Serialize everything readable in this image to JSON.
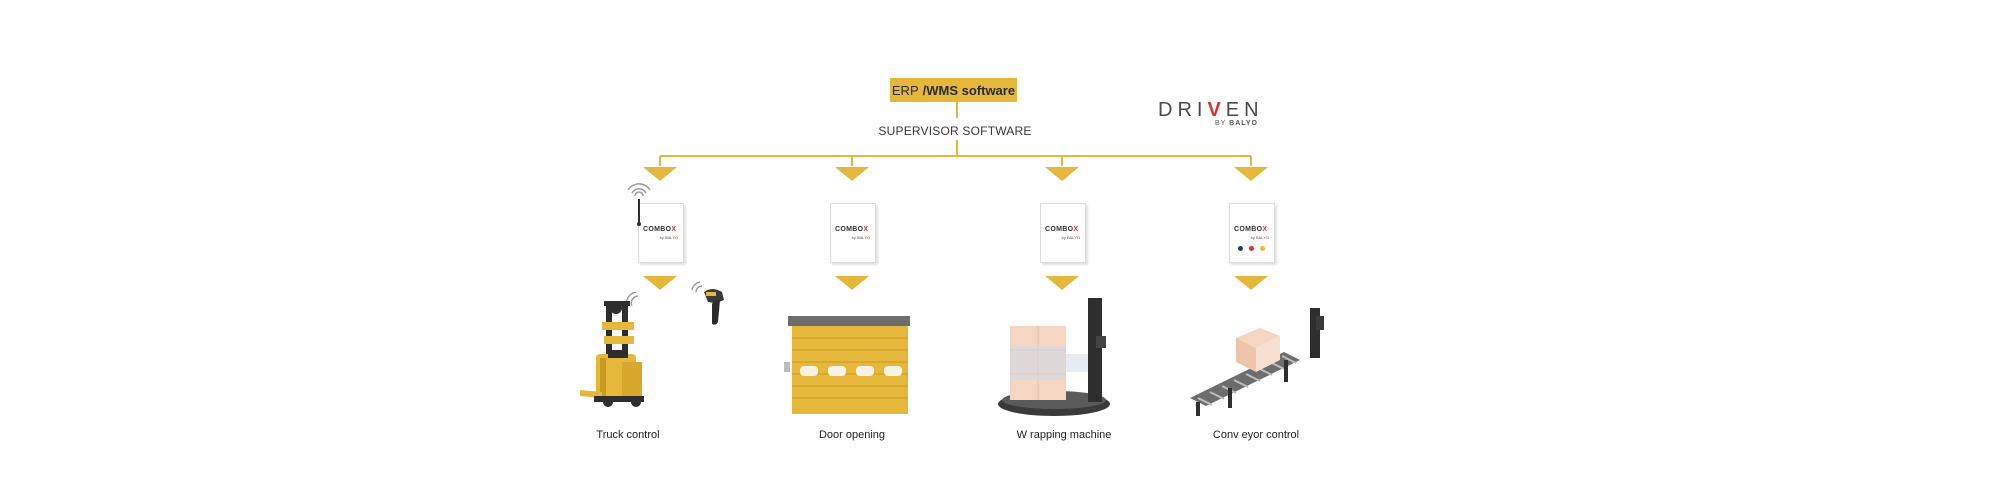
{
  "erp": {
    "prefix": "ERP",
    "bold": "/WMS software"
  },
  "supervisor": "SUPERVISOR SOFTWARE",
  "logo": {
    "word_start": "DRI",
    "word_v": "V",
    "word_end": "EN",
    "by": "BY",
    "brand": "BALYO"
  },
  "combox": {
    "brand": "COMBO",
    "x": "X",
    "by": "by BALYO"
  },
  "columns": [
    {
      "label": "Truck control"
    },
    {
      "label": "Door opening"
    },
    {
      "label": "W rapping machine"
    },
    {
      "label": "Conv eyor control"
    }
  ],
  "colors": {
    "accent": "#e5b73b",
    "red": "#d9342b",
    "dark": "#2e2e2e",
    "navy": "#2b3a67"
  },
  "icons": [
    "wifi-icon",
    "barcode-scanner-icon",
    "combox-device-icon",
    "arrow-down-icon",
    "forklift-icon",
    "roller-door-icon",
    "wrapping-machine-icon",
    "conveyor-icon"
  ]
}
